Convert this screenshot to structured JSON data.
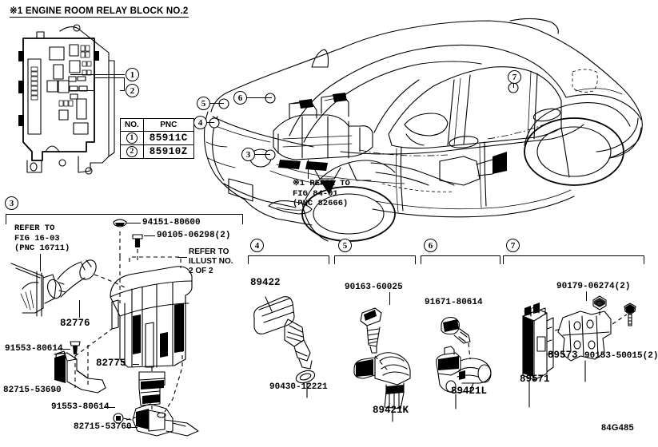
{
  "figure": {
    "code": "84G485",
    "relay_block_title": "※1 ENGINE ROOM RELAY BLOCK  NO.2"
  },
  "relay_block": {
    "callouts": [
      {
        "id": "1",
        "label": "1"
      },
      {
        "id": "2",
        "label": "2"
      }
    ],
    "table": {
      "headers": [
        "NO.",
        "PNC"
      ],
      "rows": [
        {
          "no": "1",
          "pnc": "85911C"
        },
        {
          "no": "2",
          "pnc": "85910Z"
        }
      ]
    }
  },
  "vehicle": {
    "callouts": [
      "6",
      "5",
      "4",
      "3",
      "7"
    ],
    "note": {
      "line1": "※1 REFER TO",
      "line2": "FIG 84-01",
      "line3": "(PNC 82666)"
    }
  },
  "sections": [
    {
      "number": "3",
      "refer_left": {
        "line1": "REFER TO",
        "line2": "FIG 16-03",
        "line3": "(PNC 16711)"
      },
      "refer_right": {
        "line1": "REFER TO",
        "line2": "ILLUST NO.",
        "line3": "2 OF 2"
      },
      "parts": [
        {
          "number": "94151-80600",
          "name": "nut"
        },
        {
          "number": "90105-06298(2)",
          "name": "bolt"
        },
        {
          "number": "82776",
          "name": "wire-protector-tube"
        },
        {
          "number": "82775",
          "name": "junction-block-cover"
        },
        {
          "number": "91553-80614",
          "name": "screw-upper"
        },
        {
          "number": "82715-53690",
          "name": "bracket-upper"
        },
        {
          "number": "91553-80614",
          "name": "screw-lower"
        },
        {
          "number": "82715-53760",
          "name": "bracket-lower"
        }
      ]
    },
    {
      "number": "4",
      "parts": [
        {
          "number": "89422",
          "name": "water-temperature-sensor"
        },
        {
          "number": "90430-12221",
          "name": "gasket"
        }
      ]
    },
    {
      "number": "5",
      "parts": [
        {
          "number": "90163-60025",
          "name": "bolt"
        },
        {
          "number": "89421K",
          "name": "vacuum-sensor"
        }
      ]
    },
    {
      "number": "6",
      "parts": [
        {
          "number": "91671-80614",
          "name": "bolt"
        },
        {
          "number": "89421L",
          "name": "camshaft-position-sensor"
        }
      ]
    },
    {
      "number": "7",
      "parts": [
        {
          "number": "90179-06274(2)",
          "name": "nut"
        },
        {
          "number": "90153-50015(2)",
          "name": "bolt"
        },
        {
          "number": "89573",
          "name": "ecu-bracket"
        },
        {
          "number": "89571",
          "name": "ecu-computer"
        }
      ]
    }
  ]
}
